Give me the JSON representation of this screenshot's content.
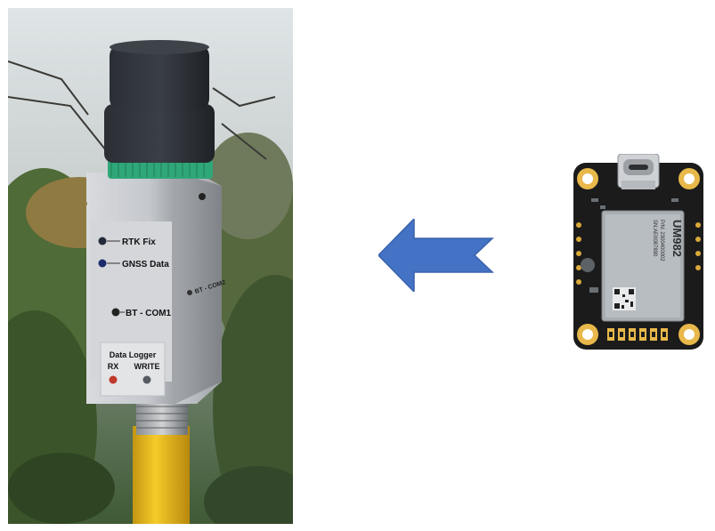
{
  "device_labels": {
    "rtk_fix": "RTK Fix",
    "gnss_data": "GNSS Data",
    "bt_com1": "BT - COM1",
    "bt_com2": "BT - COM2",
    "data_logger": "Data Logger",
    "rx": "RX",
    "write": "WRITE"
  },
  "module_labels": {
    "chip": "UM982",
    "pn": "P/N: 2300400002",
    "sn": "SN:AE0087890"
  },
  "colors": {
    "arrow": "#4472c4",
    "pole": "#f0c419",
    "enclosure": "#c9cbcf",
    "antenna_green": "#2fa779",
    "pcb": "#1a1a1a",
    "chip": "#a8adb0"
  }
}
